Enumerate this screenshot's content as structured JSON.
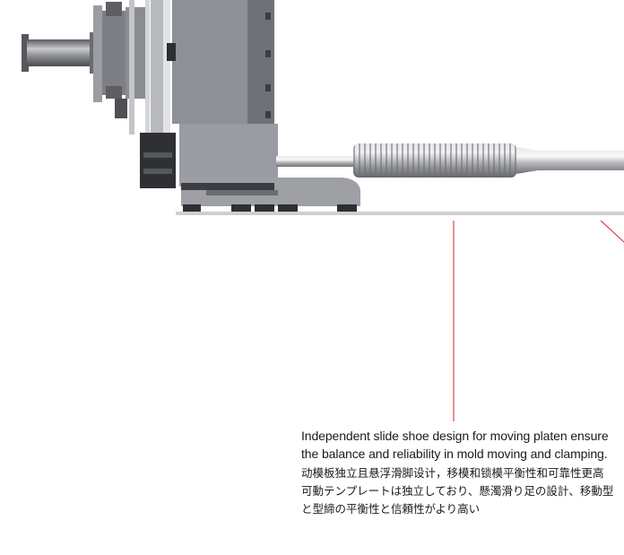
{
  "caption": {
    "english_line1": "Independent slide shoe design for moving platen ensure",
    "english_line2": "the balance and reliability in mold moving and clamping.",
    "chinese": "动模板独立且悬浮滑脚设计，移模和锁模平衡性和可靠性更高",
    "japanese_line1": "可動テンプレートは独立しており、懸濁滑り足の設計、移動型",
    "japanese_line2": "と型締の平衡性と信頼性がより高い"
  },
  "colors": {
    "machine_body": "#8e9098",
    "machine_dark": "#3c3d42",
    "screw_steel": "#a7a9ad",
    "callout_line": "#d0202a",
    "base_line": "#cfcfcf"
  }
}
